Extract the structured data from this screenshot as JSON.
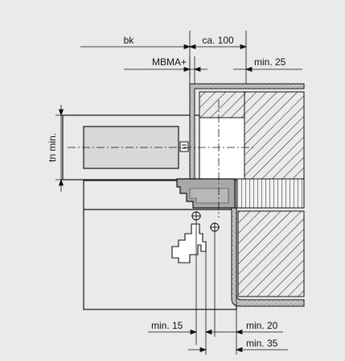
{
  "diagram": {
    "labels": {
      "bk": "bk",
      "ca_100": "ca. 100",
      "mbma": "MBMA+",
      "min_25": "min. 25",
      "tn_min": "tn min.",
      "min_15": "min. 15",
      "min_20": "min. 20",
      "min_35": "min. 35"
    },
    "colors": {
      "background": "#eaeaea",
      "line": "#111111",
      "panel_fill": "#d6d6d6",
      "gray_block": "#a8a8a8",
      "speckle_wall": "#b8b8b8",
      "white": "#ffffff"
    }
  }
}
